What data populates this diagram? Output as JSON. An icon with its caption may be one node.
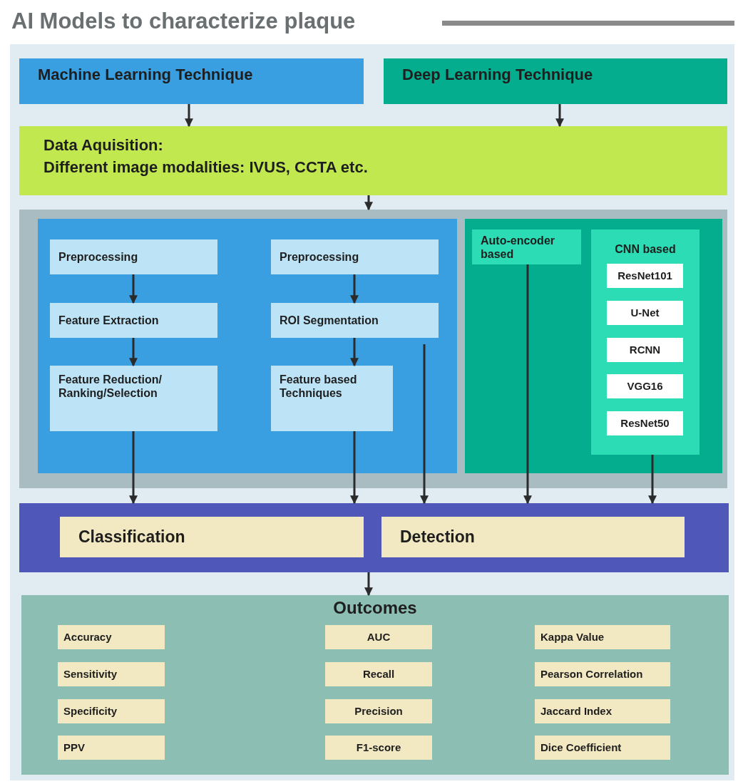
{
  "diagram": {
    "title": "AI Models to characterize plaque",
    "nodes": [
      {
        "text": [
          "Machine Learning Technique"
        ]
      },
      {
        "text": [
          "Deep Learning Technique"
        ]
      },
      {
        "text": [
          "Data Aquisition:",
          "Different image modalities: IVUS, CCTA etc."
        ]
      },
      {
        "text": [],
        "shape": "box"
      },
      {
        "text": [],
        "shape": "box",
        "in": 3
      },
      {
        "text": [
          "Preprocessing"
        ],
        "in": 4
      },
      {
        "text": [
          "Feature Extraction"
        ],
        "in": 4
      },
      {
        "text": [
          "Feature Reduction/ Ranking/Selection"
        ],
        "in": 4
      },
      {
        "text": [
          "Preprocessing"
        ],
        "in": 4
      },
      {
        "text": [
          "ROI Segmentation"
        ],
        "in": 4
      },
      {
        "text": [
          "Feature based Techniques"
        ],
        "in": 4
      },
      {
        "text": [],
        "shape": "box",
        "in": 3
      },
      {
        "text": [
          "Auto-encoder based"
        ],
        "in": 11
      },
      {
        "text": [
          "CNN based"
        ],
        "in": 11
      },
      {
        "text": [
          "ResNet101"
        ],
        "in": 13
      },
      {
        "text": [
          "U-Net"
        ],
        "in": 13
      },
      {
        "text": [
          "RCNN"
        ],
        "in": 13
      },
      {
        "text": [
          "VGG16"
        ],
        "in": 13
      },
      {
        "text": [
          "ResNet50"
        ],
        "in": 13
      },
      {
        "text": [],
        "shape": "box"
      },
      {
        "text": [
          "Classification"
        ],
        "in": 19
      },
      {
        "text": [
          "Detection"
        ],
        "in": 19
      },
      {
        "text": [
          "Outcomes"
        ]
      },
      {
        "text": [
          "Accuracy"
        ],
        "in": 22
      },
      {
        "text": [
          "AUC"
        ],
        "in": 22
      },
      {
        "text": [
          "Kappa Value"
        ],
        "in": 22
      },
      {
        "text": [
          "Sensitivity"
        ],
        "in": 22
      },
      {
        "text": [
          "Recall"
        ],
        "in": 22
      },
      {
        "text": [
          "Pearson Correlation"
        ],
        "in": 22
      },
      {
        "text": [
          "Specificity"
        ],
        "in": 22
      },
      {
        "text": [
          "Precision"
        ],
        "in": 22
      },
      {
        "text": [
          "Jaccard Index"
        ],
        "in": 22
      },
      {
        "text": [
          "PPV"
        ],
        "in": 22
      },
      {
        "text": [
          "F1-score"
        ],
        "in": 22
      },
      {
        "text": [
          "Dice Coefficient"
        ],
        "in": 22
      }
    ],
    "edges": [
      {
        "from": 0,
        "to": 2,
        "arrow": "to"
      },
      {
        "from": 1,
        "to": 2,
        "arrow": "to"
      },
      {
        "from": 2,
        "to": 3,
        "arrow": "to"
      },
      {
        "from": 5,
        "to": 6,
        "arrow": "to"
      },
      {
        "from": 6,
        "to": 7,
        "arrow": "to"
      },
      {
        "from": 8,
        "to": 9,
        "arrow": "to"
      },
      {
        "from": 9,
        "to": 10,
        "arrow": "to"
      },
      {
        "from": 7,
        "to": 19,
        "arrow": "to"
      },
      {
        "from": 10,
        "to": 19,
        "arrow": "to"
      },
      {
        "from": 9,
        "to": 19,
        "arrow": "to"
      },
      {
        "from": 12,
        "to": 19,
        "arrow": "to"
      },
      {
        "from": 13,
        "to": 19,
        "arrow": "to"
      },
      {
        "from": 19,
        "to": 22,
        "arrow": "to"
      }
    ]
  }
}
